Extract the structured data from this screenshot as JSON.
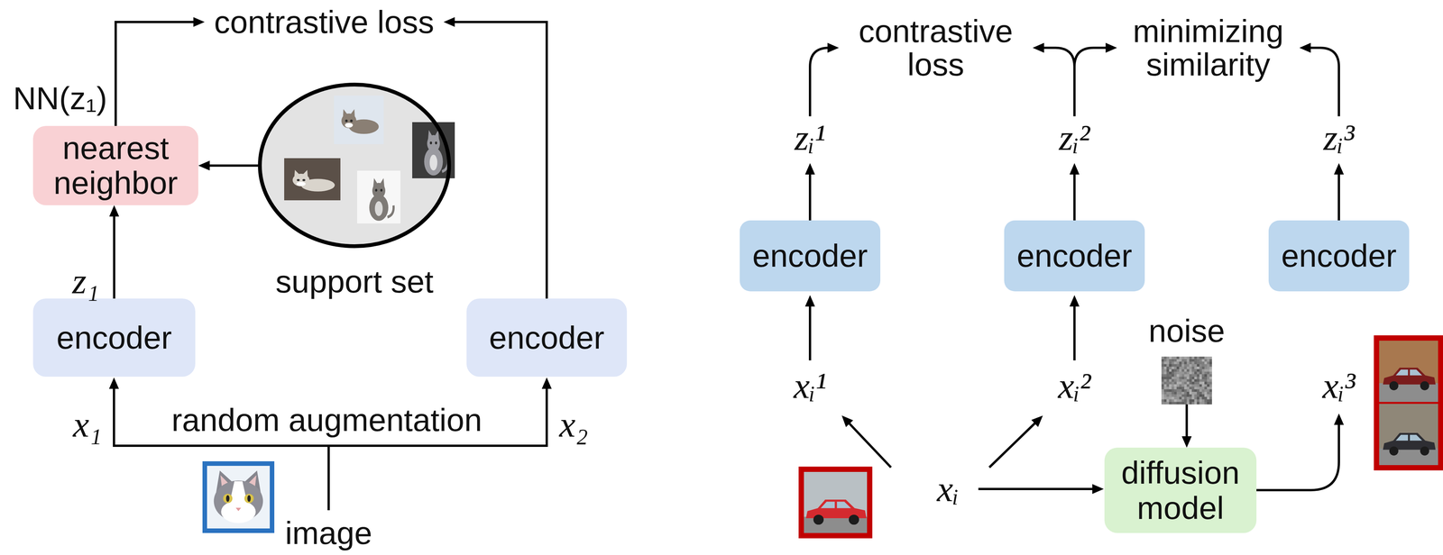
{
  "diagram": {
    "nodes": [
      {
        "text": [
          "nearest neighbor"
        ]
      },
      {
        "text": [
          "support set"
        ]
      },
      {
        "text": [
          "encoder"
        ]
      },
      {
        "text": [
          "encoder"
        ]
      },
      {
        "text": [
          "encoder"
        ]
      },
      {
        "text": [
          "encoder"
        ]
      },
      {
        "text": [
          "encoder"
        ]
      },
      {
        "text": [
          "noise"
        ]
      },
      {
        "text": [
          "diffusion model"
        ]
      }
    ],
    "edges": [
      {
        "from": 2,
        "to": 0,
        "arrow": "to",
        "label": "z₁"
      },
      {
        "from": 1,
        "to": 0,
        "arrow": "to"
      },
      {
        "from": 7,
        "to": 8,
        "arrow": "to"
      }
    ],
    "labels": [
      "contrastive loss",
      "NN(z₁)",
      "random augmentation",
      "x₁",
      "x₂",
      "image",
      "contrastive loss",
      "minimizing similarity",
      "zᵢ¹",
      "zᵢ²",
      "zᵢ³",
      "xᵢ¹",
      "xᵢ²",
      "xᵢ³",
      "xᵢ"
    ]
  }
}
